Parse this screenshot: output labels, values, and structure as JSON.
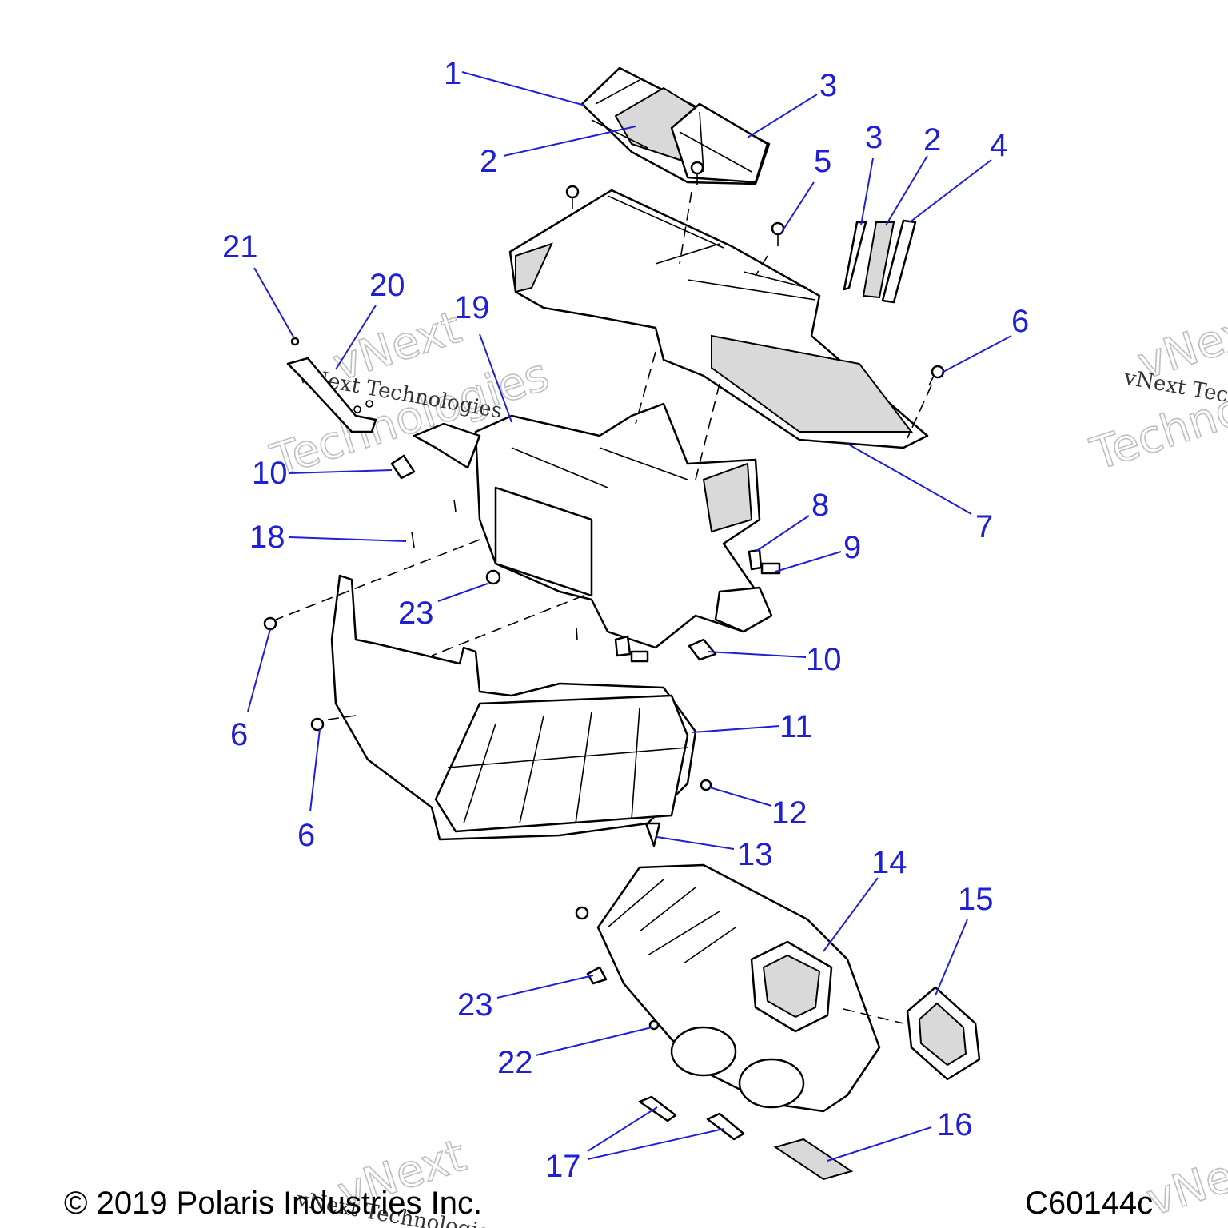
{
  "footer": {
    "copyright": "© 2019 Polaris Industries Inc.",
    "figure_code": "C60144c"
  },
  "watermark": {
    "line1": "vNext",
    "line2": "Technologies",
    "small": "vNext Technologies"
  },
  "callouts": [
    {
      "label": "1"
    },
    {
      "label": "2"
    },
    {
      "label": "3"
    },
    {
      "label": "3"
    },
    {
      "label": "2"
    },
    {
      "label": "4"
    },
    {
      "label": "5"
    },
    {
      "label": "21"
    },
    {
      "label": "20"
    },
    {
      "label": "19"
    },
    {
      "label": "6"
    },
    {
      "label": "7"
    },
    {
      "label": "10"
    },
    {
      "label": "8"
    },
    {
      "label": "18"
    },
    {
      "label": "9"
    },
    {
      "label": "23"
    },
    {
      "label": "10"
    },
    {
      "label": "6"
    },
    {
      "label": "11"
    },
    {
      "label": "12"
    },
    {
      "label": "6"
    },
    {
      "label": "13"
    },
    {
      "label": "14"
    },
    {
      "label": "15"
    },
    {
      "label": "23"
    },
    {
      "label": "22"
    },
    {
      "label": "16"
    },
    {
      "label": "17"
    }
  ]
}
